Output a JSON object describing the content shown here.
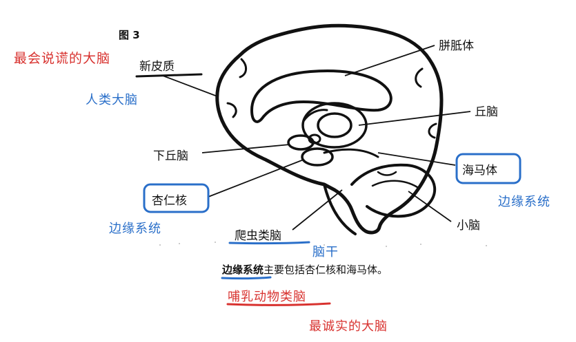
{
  "figure": {
    "label": "图 3"
  },
  "structures": {
    "neocortex": "新皮质",
    "corpus_callosum": "胼胝体",
    "thalamus": "丘脑",
    "hypothalamus": "下丘脑",
    "hippocampus": "海马体",
    "amygdala": "杏仁核",
    "reptilian_brain": "爬虫类脑",
    "cerebellum": "小脑"
  },
  "caption": {
    "term": "边缘系统",
    "rest": "主要包括杏仁核和海马体。"
  },
  "annotations": {
    "lying_brain": "最会说谎的大脑",
    "human_brain": "人类大脑",
    "limbic_left": "边缘系统",
    "limbic_right": "边缘系统",
    "brainstem": "脑干",
    "mammalian_brain": "哺乳动物类脑",
    "honest_brain": "最诚实的大脑"
  },
  "colors": {
    "print": "#111111",
    "red_ink": "#d8322f",
    "blue_ink": "#2a6fc9"
  }
}
